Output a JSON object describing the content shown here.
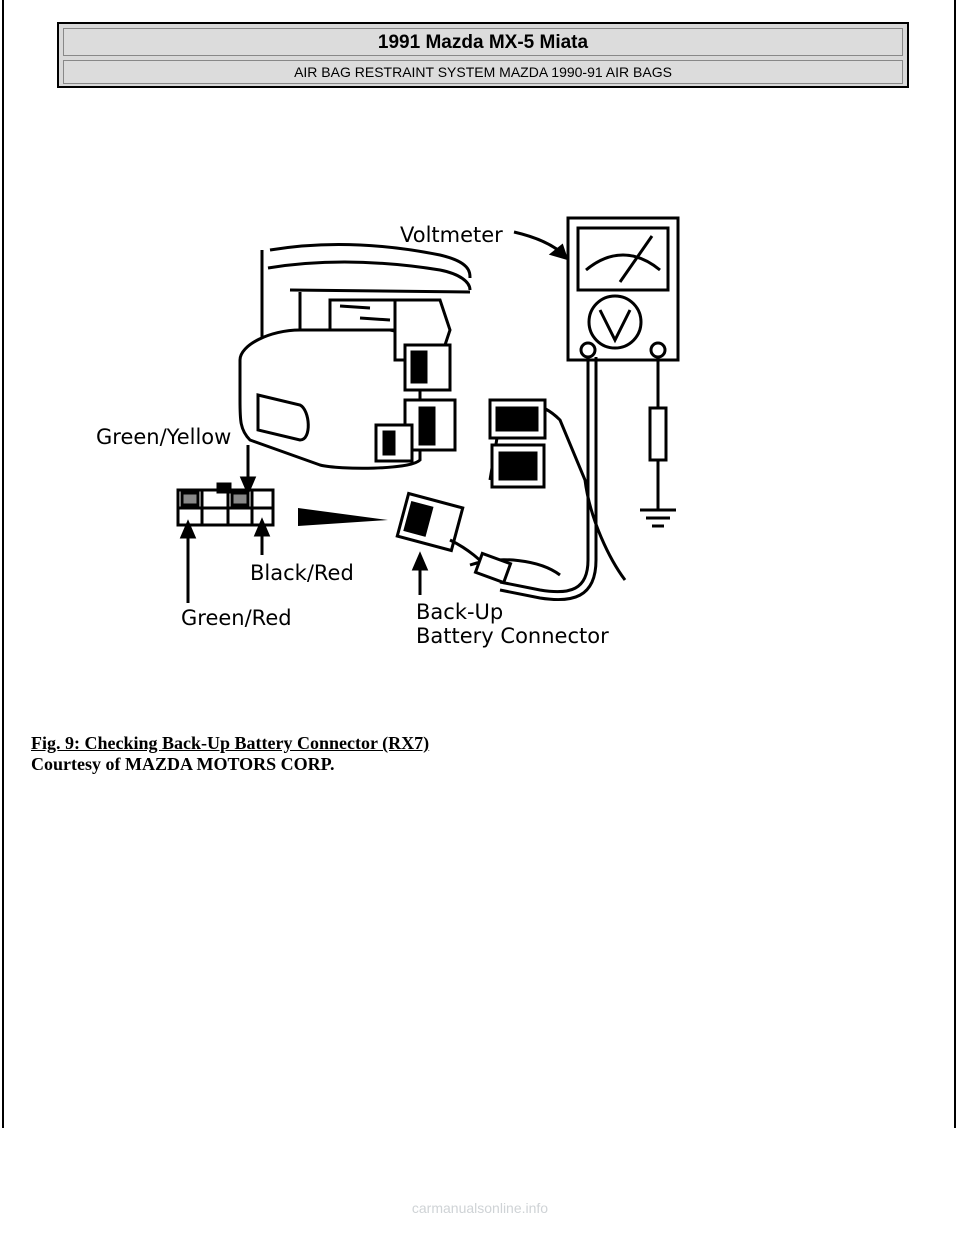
{
  "header": {
    "title": "1991 Mazda MX-5 Miata",
    "subtitle": "AIR BAG RESTRAINT SYSTEM MAZDA 1990-91 AIR BAGS"
  },
  "figure": {
    "labels": {
      "voltmeter": "Voltmeter",
      "green_yellow": "Green/Yellow",
      "black_red": "Black/Red",
      "green_red": "Green/Red",
      "backup_line1": "Back-Up",
      "backup_line2": "Battery Connector"
    }
  },
  "caption": {
    "title": "Fig. 9: Checking Back-Up Battery Connector (RX7)",
    "credit": "Courtesy of MAZDA MOTORS CORP."
  },
  "footer": {
    "watermark": "carmanualsonline.info"
  }
}
